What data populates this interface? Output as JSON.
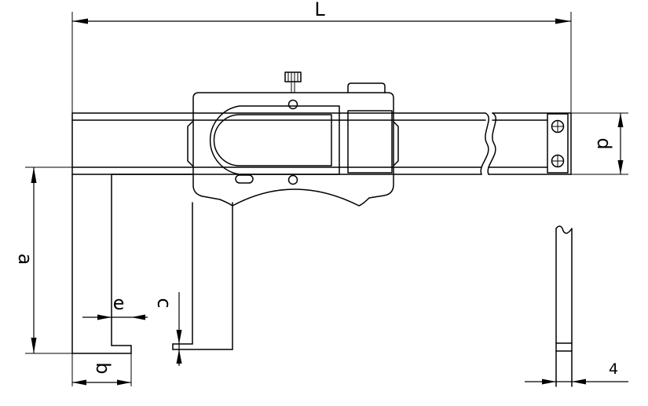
{
  "labels": {
    "L": "L",
    "a": "a",
    "b": "b",
    "d": "d",
    "e": "e",
    "c": "c",
    "four": "4"
  }
}
